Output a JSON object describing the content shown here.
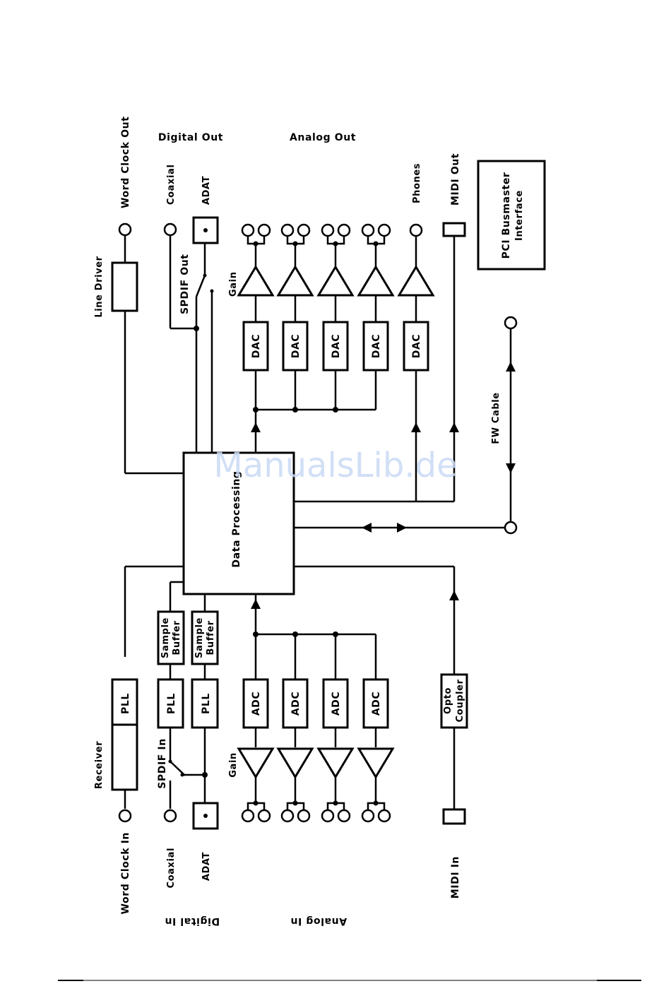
{
  "labels": {
    "word_clock_out": "Word Clock Out",
    "digital_out": "Digital Out",
    "analog_out": "Analog Out",
    "coaxial_out": "Coaxial",
    "adat_out": "ADAT",
    "phones": "Phones",
    "midi_out": "MIDI Out",
    "pci": "PCI Busmaster",
    "pci2": "Interface",
    "line_driver": "Line Driver",
    "spdif_out": "SPDIF Out",
    "gain_out": "Gain",
    "dac": "DAC",
    "fw_cable": "FW Cable",
    "data_processing": "Data Processing",
    "sample": "Sample",
    "buffer": "Buffer",
    "pll": "PLL",
    "adc": "ADC",
    "opto": "Opto",
    "coupler": "Coupler",
    "receiver": "Receiver",
    "spdif_in": "SPDIF In",
    "gain_in": "Gain",
    "word_clock_in": "Word Clock In",
    "coaxial_in": "Coaxial",
    "adat_in": "ADAT",
    "midi_in": "MIDI In",
    "digital_in": "Digital In",
    "analog_in": "Analog In"
  },
  "watermark": "ManualsLib.de"
}
